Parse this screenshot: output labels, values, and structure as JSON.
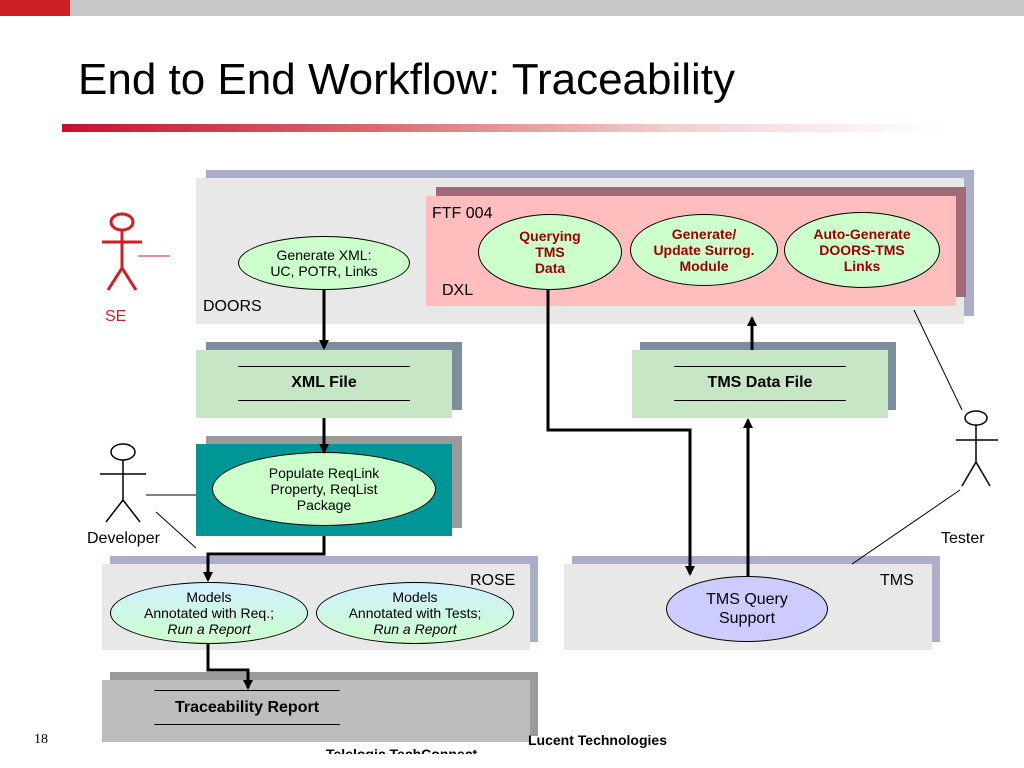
{
  "title": "End to End Workflow: Traceability",
  "page_number": "18",
  "footer": {
    "left_text": "Telelogic TechConnect",
    "right_text": "Lucent Technologies"
  },
  "colors": {
    "accent_red": "#cc1f26",
    "dark_red_text": "#990000",
    "teal": "#009696",
    "panel_grey": "#e8e8e8",
    "pink": "#ffbdbd",
    "green": "#c6e6c6"
  },
  "actors": {
    "se": "SE",
    "developer": "Developer",
    "tester": "Tester"
  },
  "doors": {
    "label": "DOORS",
    "generate_xml": {
      "line1": "Generate XML:",
      "line2": "UC, POTR, Links"
    },
    "ftf": {
      "label": "FTF 004",
      "dxl_label": "DXL",
      "querying": {
        "line1": "Querying",
        "line2": "TMS",
        "line3": "Data"
      },
      "generate_update": {
        "line1": "Generate/",
        "line2": "Update Surrog.",
        "line3": "Module"
      },
      "auto_generate": {
        "line1": "Auto-Generate",
        "line2": "DOORS-TMS",
        "line3": "Links"
      }
    }
  },
  "xml_file": "XML File",
  "tms_data_file": "TMS Data File",
  "populate": {
    "line1": "Populate ReqLink",
    "line2": "Property, ReqList",
    "line3": "Package"
  },
  "rose": {
    "label": "ROSE",
    "models_req": {
      "line1": "Models",
      "line2": "Annotated with Req.;",
      "line3": "Run a Report"
    },
    "models_tests": {
      "line1": "Models",
      "line2": "Annotated with Tests;",
      "line3": "Run a Report"
    }
  },
  "tms": {
    "label": "TMS",
    "query_support": {
      "line1": "TMS Query",
      "line2": "Support"
    }
  },
  "traceability_report": "Traceability Report"
}
